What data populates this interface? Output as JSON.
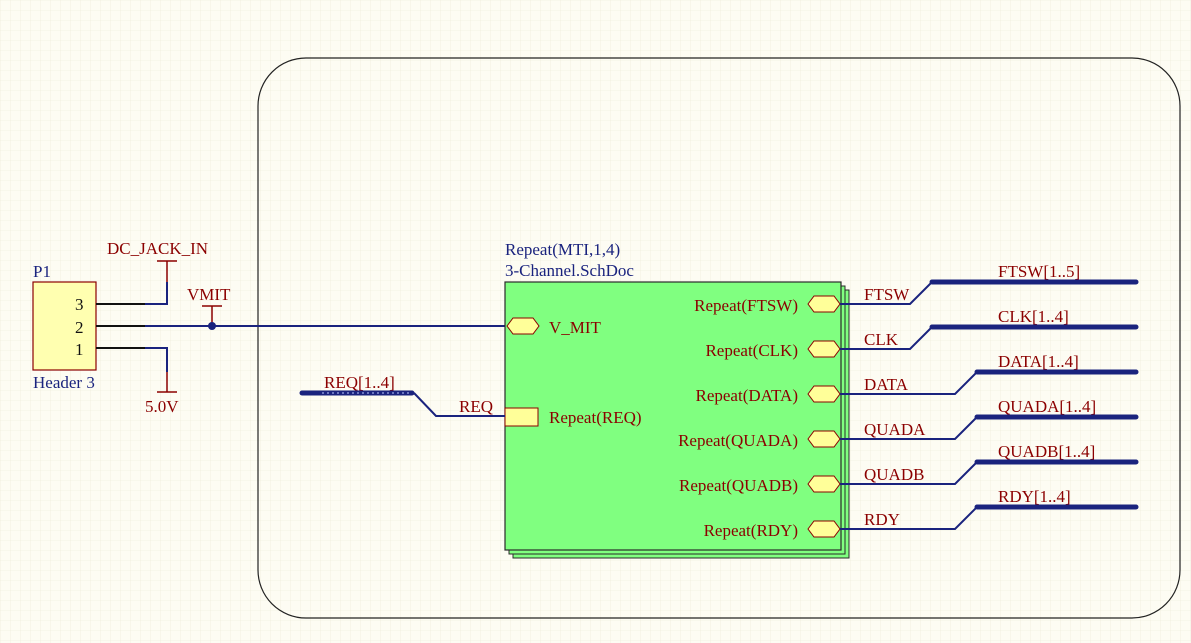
{
  "colors": {
    "background": "#fdfcf3",
    "grid": "#ece9d6",
    "wire": "#1a237e",
    "label_red": "#8b0000",
    "sheet_fill": "#80ff80",
    "component_fill": "#ffffb0",
    "port_fill": "#ffff99"
  },
  "connector": {
    "designator": "P1",
    "name": "Header 3",
    "pins": [
      "3",
      "2",
      "1"
    ]
  },
  "power": {
    "top": "DC_JACK_IN",
    "bottom": "5.0V",
    "net": "VMIT"
  },
  "sheet": {
    "repeat": "Repeat(MTI,1,4)",
    "file": "3-Channel.SchDoc",
    "left_ports": [
      "V_MIT",
      "Repeat(REQ)"
    ],
    "right_ports": [
      "Repeat(FTSW)",
      "Repeat(CLK)",
      "Repeat(DATA)",
      "Repeat(QUADA)",
      "Repeat(QUADB)",
      "Repeat(RDY)"
    ]
  },
  "nets": {
    "input_bus": "REQ[1..4]",
    "input_net": "REQ",
    "right_nets": [
      "FTSW",
      "CLK",
      "DATA",
      "QUADA",
      "QUADB",
      "RDY"
    ],
    "right_buses": [
      "FTSW[1..5]",
      "CLK[1..4]",
      "DATA[1..4]",
      "QUADA[1..4]",
      "QUADB[1..4]",
      "RDY[1..4]"
    ]
  }
}
